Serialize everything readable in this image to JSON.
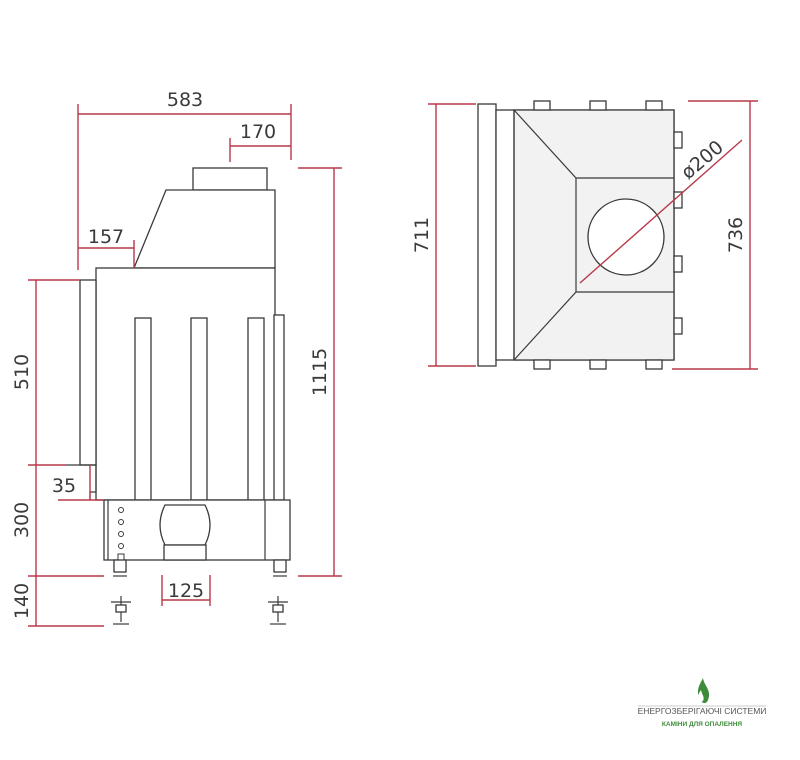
{
  "dimensions": {
    "overall_width": "583",
    "flue_width": "170",
    "top_setback": "157",
    "door_height": "510",
    "step": "35",
    "base_height": "300",
    "leg_height": "140",
    "air_inlet": "125",
    "total_height": "1115",
    "plan_depth": "711",
    "flue_diameter": "ø200",
    "plan_width": "736"
  },
  "logo": {
    "name": "ЕНЕРГОЗБЕРІГАЮЧІ СИСТЕМИ",
    "tagline": "КАМІНИ ДЛЯ ОПАЛЕННЯ",
    "accent_color": "#3e8c3a"
  },
  "colors": {
    "dimension": "#b8394a",
    "outline": "#3a3a3a"
  }
}
